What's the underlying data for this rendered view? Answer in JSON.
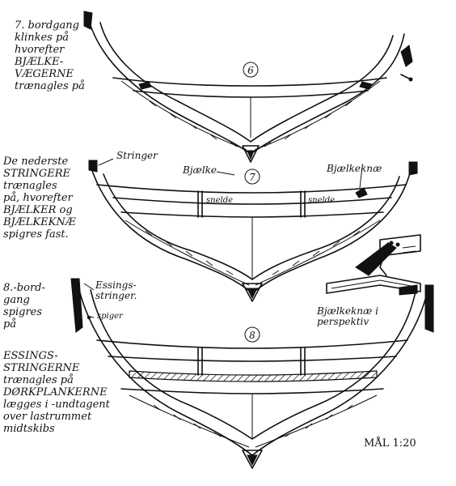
{
  "steps": [
    {
      "number": "6",
      "note": "7. bordgang\nklinkes på\nhvorefter\nBJÆLKE-\nVÆGERNE\ntrænagles på"
    },
    {
      "number": "7",
      "note": "De nederste\nSTRINGERE\ntrænagles\npå, hvorefter\nBJÆLKER og\nBJÆLKEKNÆ\nspigres fast.",
      "labels": {
        "stringer": "Stringer",
        "bjaelke": "Bjælke",
        "bjaelkeknae": "Bjælkeknæ",
        "snelde_left": "snelde",
        "snelde_right": "snelde"
      }
    },
    {
      "number": "8",
      "note_left": "8.-bord-\ngang\nspigres\npå",
      "note_bottom": "ESSINGS-\nSTRINGERNE\ntrænagles på\nDØRKPLANKERNE\nlægges i -undtagent\nover lastrummet\nmidtskibs",
      "labels": {
        "essings": "Essings-\nstringer.",
        "spiger": "spiger"
      }
    }
  ],
  "perspective_caption": "Bjælkeknæ i\nperspektiv",
  "scale": "MÅL 1:20"
}
